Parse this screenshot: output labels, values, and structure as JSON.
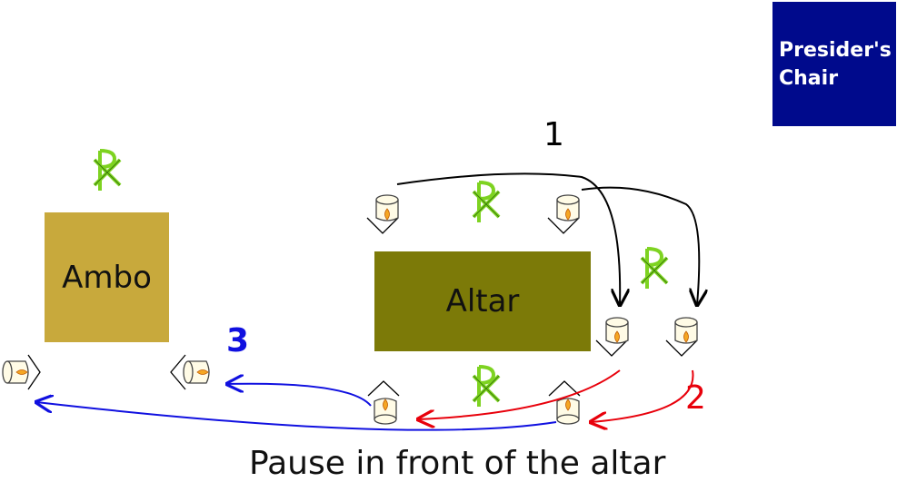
{
  "ambo": {
    "label": "Ambo",
    "color": "#c8a93c"
  },
  "altar": {
    "label": "Altar",
    "color": "#7c7a08"
  },
  "presiders_chair": {
    "line1": "Presider's",
    "line2": "Chair",
    "color": "#000a8c"
  },
  "step_labels": {
    "one": "1",
    "two": "2",
    "three": "3"
  },
  "caption": "Pause in front of the altar",
  "colors": {
    "step1_arrow": "#000000",
    "step2_arrow": "#e8000b",
    "step3_arrow": "#1010e0",
    "chi_rho": "#7ed321",
    "candle_flame": "#f5a623"
  },
  "icons": [
    "candle-icon",
    "chi-rho-icon"
  ]
}
